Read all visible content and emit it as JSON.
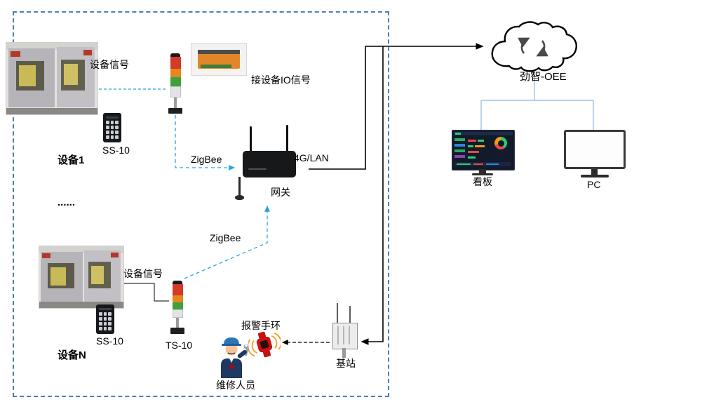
{
  "colors": {
    "boundary_dashed": "#4a7ebb",
    "zigbee_line": "#29a3dc",
    "cloud_link_line": "#9dc3e6",
    "solid_line": "#000000",
    "tower_red": "#d23a2a",
    "tower_amber": "#e8861c",
    "tower_green": "#3fa03c",
    "wristband_red": "#d01111"
  },
  "icons": {
    "machine_photo": "cnc-machine-photo",
    "stack_light": "andon-stack-light",
    "keypad": "ss10-keypad-remote",
    "io_module": "io-module-photo",
    "gateway": "wireless-router",
    "worker": "technician-figure",
    "wristband": "alarm-smartwatch",
    "base_station": "cell-antenna-box",
    "cloud": "cloud-sync",
    "kanban": "dashboard-screen",
    "pc": "desktop-monitor"
  },
  "labels": {
    "machine1_signal": "设备信号",
    "io_module": "接设备IO信号",
    "ss10_a": "SS-10",
    "device1": "设备1",
    "zigbee_a": "ZigBee",
    "g4lan": "4G/LAN",
    "gateway": "网关",
    "ellipsis": "......",
    "zigbee_b": "ZigBee",
    "machineN_signal": "设备信号",
    "ss10_b": "SS-10",
    "ts10": "TS-10",
    "deviceN": "设备N",
    "wristband": "报警手环",
    "worker": "维修人员",
    "base_station": "基站",
    "cloud": "劲智-OEE",
    "kanban": "看板",
    "pc": "PC"
  }
}
